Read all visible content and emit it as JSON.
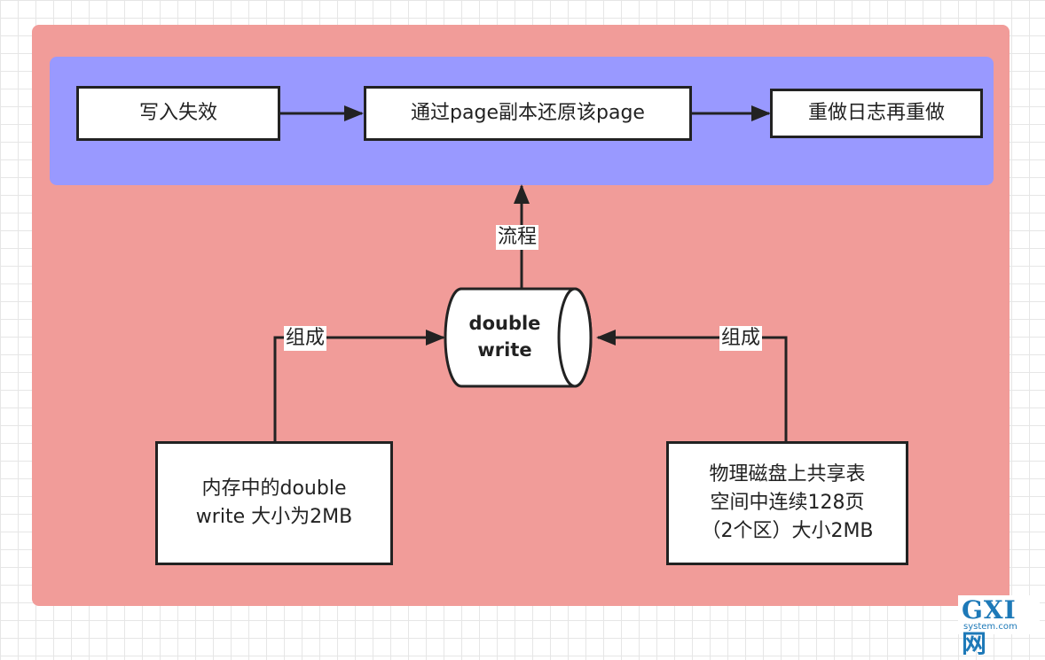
{
  "flow": {
    "step1": "写入失效",
    "step2": "通过page副本还原该page",
    "step3": "重做日志再重做",
    "edge_label": "流程"
  },
  "center": {
    "line1": "double",
    "line2": "write"
  },
  "left_source": {
    "line1": "内存中的double",
    "line2": "write 大小为2MB",
    "edge_label": "组成"
  },
  "right_source": {
    "line1": "物理磁盘上共享表",
    "line2": "空间中连续128页",
    "line3": "（2个区）大小2MB",
    "edge_label": "组成"
  },
  "watermark": {
    "big": "GXI网",
    "small": "system.com"
  },
  "colors": {
    "outer_background": "#f19c99",
    "flow_band": "#9999ff",
    "watermark": "#1d79b8"
  }
}
